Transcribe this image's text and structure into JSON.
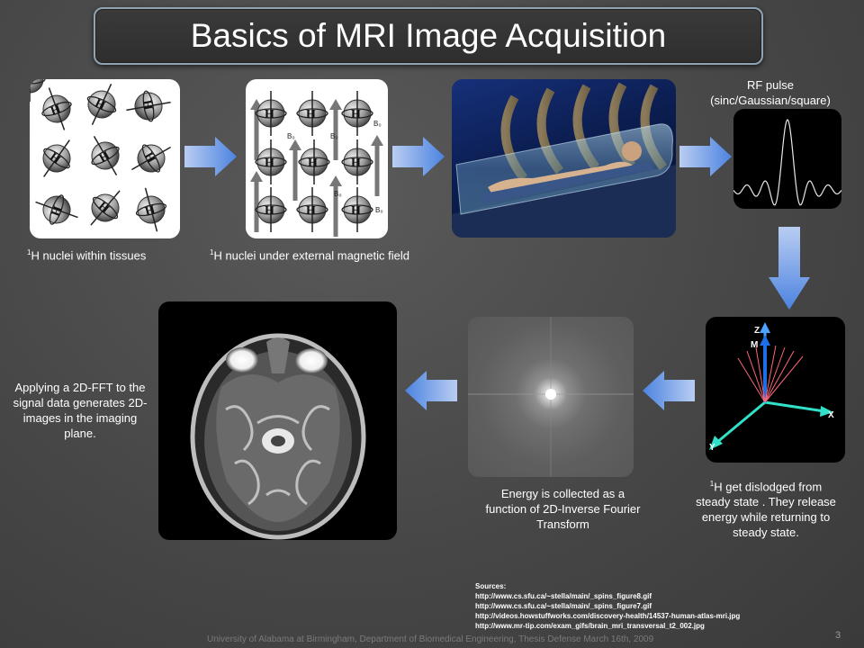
{
  "title": "Basics of MRI Image Acquisition",
  "captions": {
    "nuclei_tissues_sup": "1",
    "nuclei_tissues": "H nuclei within tissues",
    "nuclei_field_sup": "1",
    "nuclei_field": "H nuclei under external magnetic field",
    "rf_pulse": "RF pulse (sinc/Gaussian/square)",
    "dislodged_sup": "1",
    "dislodged": "H  get dislodged from steady state .  They release energy while returning to steady state.",
    "energy": "Energy is collected as a function of 2D-Inverse Fourier Transform",
    "fft": "Applying a 2D-FFT to the signal data generates 2D-images in the imaging plane."
  },
  "spin_labels": {
    "nucleus": "H",
    "field": "B₀"
  },
  "axis_labels": {
    "z": "Z",
    "m": "M",
    "x": "X",
    "y": "Y"
  },
  "sources": {
    "heading": "Sources:",
    "links": [
      "http://www.cs.sfu.ca/~stella/main/_spins_figure8.gif",
      "http://www.cs.sfu.ca/~stella/main/_spins_figure7.gif",
      "http://videos.howstuffworks.com/discovery-health/14537-human-atlas-mri.jpg",
      "http://www.mr-tip.com/exam_gifs/brain_mri_transversal_t2_002.jpg"
    ]
  },
  "footer": "University of Alabama at Birmingham, Department of Biomedical Engineering, Thesis Defense March 16th, 2009",
  "page_number": "3",
  "colors": {
    "arrow_blue": "#5b8ee0",
    "title_border": "#8fa3b3"
  }
}
